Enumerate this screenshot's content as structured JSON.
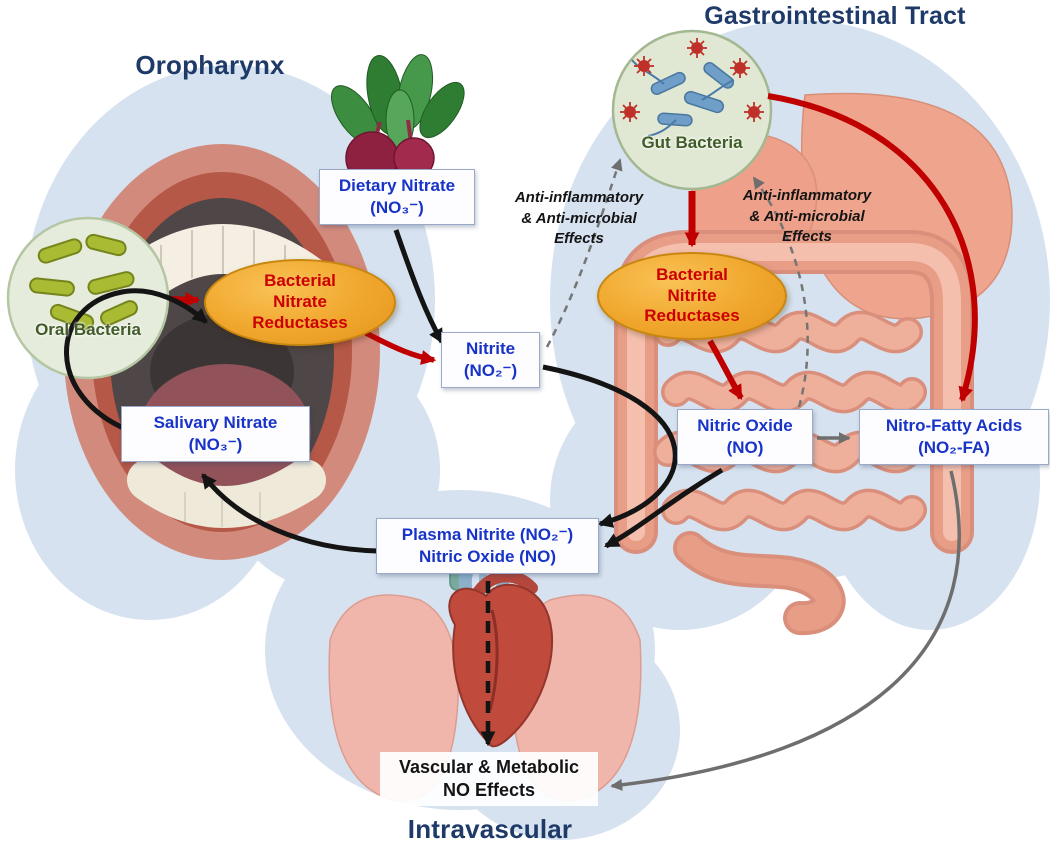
{
  "titles": {
    "oropharynx": "Oropharynx",
    "gastrointestinal": "Gastrointestinal Tract",
    "intravascular": "Intravascular"
  },
  "nodes": {
    "dietary_nitrate": {
      "line1": "Dietary Nitrate",
      "line2": "(NO₃⁻)"
    },
    "nitrite": {
      "line1": "Nitrite",
      "line2": "(NO₂⁻)"
    },
    "salivary_nitrate": {
      "line1": "Salivary Nitrate",
      "line2": "(NO₃⁻)"
    },
    "nitric_oxide": {
      "line1": "Nitric Oxide",
      "line2": "(NO)"
    },
    "nitro_fatty_acids": {
      "line1": "Nitro-Fatty Acids",
      "line2": "(NO₂-FA)"
    },
    "plasma": {
      "line1": "Plasma Nitrite (NO₂⁻)",
      "line2": "Nitric Oxide (NO)"
    },
    "vascular_effects": {
      "line1": "Vascular & Metabolic",
      "line2": "NO Effects"
    }
  },
  "enzymes": {
    "nitrate_reductases": {
      "line1": "Bacterial",
      "line2": "Nitrate",
      "line3": "Reductases"
    },
    "nitrite_reductases": {
      "line1": "Bacterial",
      "line2": "Nitrite",
      "line3": "Reductases"
    }
  },
  "labels": {
    "oral_bacteria": "Oral Bacteria",
    "gut_bacteria": "Gut Bacteria",
    "anti_effects_left": {
      "line1": "Anti-inflammatory",
      "line2": "& Anti-microbial",
      "line3": "Effects"
    },
    "anti_effects_right": {
      "line1": "Anti-inflammatory",
      "line2": "& Anti-microbial",
      "line3": "Effects"
    }
  },
  "colors": {
    "title_text": "#1e3a68",
    "node_text": "#1834c8",
    "node_border": "#9aa8c9",
    "enzyme_fill": "#f0a62c",
    "enzyme_text": "#cc0000",
    "bacteria_text": "#3f5b27",
    "arrow_black": "#141414",
    "arrow_red": "#c00000",
    "arrow_gray": "#6e6e6e",
    "background_blob": "#d2dfee"
  },
  "illustrations": [
    "mouth-illustration",
    "beets-illustration",
    "oral-bacteria-illustration",
    "gut-bacteria-illustration",
    "intestines-illustration",
    "heart-lungs-illustration",
    "body-silhouette-blobs"
  ],
  "connections": [
    {
      "from": "Dietary Nitrate (NO₃⁻)",
      "to": "Nitrite (NO₂⁻)",
      "color": "black",
      "style": "solid"
    },
    {
      "from": "Oral Bacteria",
      "to": "Bacterial Nitrate Reductases",
      "color": "red",
      "style": "solid"
    },
    {
      "from": "Bacterial Nitrate Reductases",
      "to": "Nitrite (NO₂⁻)",
      "color": "red",
      "style": "solid"
    },
    {
      "from": "Salivary Nitrate (NO₃⁻)",
      "to": "Bacterial Nitrate Reductases",
      "color": "black",
      "style": "solid"
    },
    {
      "from": "Plasma Nitrite (NO₂⁻) / Nitric Oxide (NO)",
      "to": "Salivary Nitrate (NO₃⁻)",
      "color": "black",
      "style": "solid"
    },
    {
      "from": "Nitrite (NO₂⁻)",
      "to": "Plasma Nitrite (NO₂⁻) / Nitric Oxide (NO)",
      "color": "black",
      "style": "solid"
    },
    {
      "from": "Nitric Oxide (NO)",
      "to": "Plasma Nitrite (NO₂⁻) / Nitric Oxide (NO)",
      "color": "black",
      "style": "solid"
    },
    {
      "from": "Gut Bacteria",
      "to": "Bacterial Nitrite Reductases",
      "color": "red",
      "style": "solid"
    },
    {
      "from": "Bacterial Nitrite Reductases",
      "to": "Nitric Oxide (NO)",
      "color": "red",
      "style": "solid"
    },
    {
      "from": "Gut Bacteria",
      "to": "Nitro-Fatty Acids (NO₂-FA)",
      "color": "red",
      "style": "solid"
    },
    {
      "from": "Nitrite (NO₂⁻)",
      "to": "Gut Bacteria",
      "color": "gray",
      "style": "dashed",
      "label": "Anti-inflammatory & Anti-microbial Effects"
    },
    {
      "from": "Nitric Oxide (NO)",
      "to": "Gut Bacteria",
      "color": "gray",
      "style": "dashed",
      "label": "Anti-inflammatory & Anti-microbial Effects"
    },
    {
      "from": "Nitric Oxide (NO)",
      "to": "Nitro-Fatty Acids (NO₂-FA)",
      "color": "gray",
      "style": "solid"
    },
    {
      "from": "Nitro-Fatty Acids (NO₂-FA)",
      "to": "Vascular & Metabolic NO Effects",
      "color": "gray",
      "style": "solid"
    },
    {
      "from": "Plasma Nitrite (NO₂⁻) / Nitric Oxide (NO)",
      "to": "Vascular & Metabolic NO Effects",
      "color": "black",
      "style": "dashed"
    }
  ]
}
